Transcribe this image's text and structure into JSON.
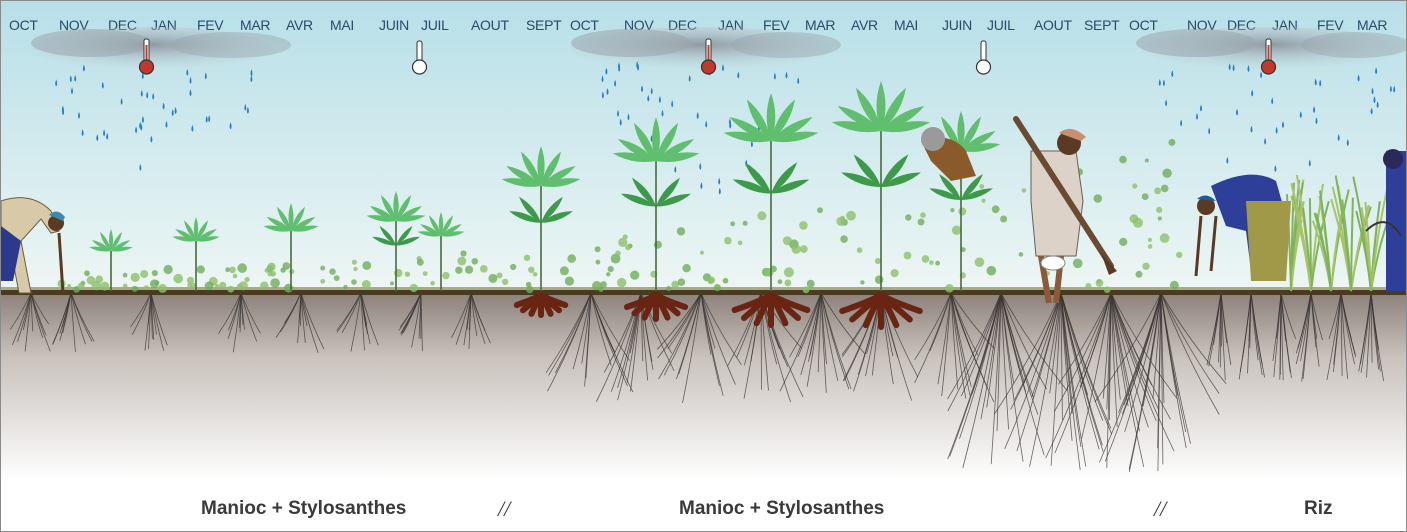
{
  "months": [
    "OCT",
    "NOV",
    "DEC",
    "JAN",
    "FEV",
    "MAR",
    "AVR",
    "MAI",
    "JUIN",
    "JUIL",
    "AOUT",
    "SEPT",
    "OCT",
    "NOV",
    "DEC",
    "JAN",
    "FEV",
    "MAR",
    "AVR",
    "MAI",
    "JUIN",
    "JUIL",
    "AOUT",
    "SEPT",
    "OCT",
    "NOV",
    "DEC",
    "JAN",
    "FEV",
    "MAR"
  ],
  "captions": {
    "phase1": "Manioc + Stylosanthes",
    "sep1": "//",
    "phase2": "Manioc + Stylosanthes",
    "sep2": "//",
    "phase3": "Riz"
  },
  "colors": {
    "sky_top": "#b7dfe8",
    "sky_bottom": "#eef6f4",
    "soil_top": "#8a7f78",
    "soil_bottom": "#ffffff",
    "rain": "#2a7fc0",
    "leaf_dark": "#3d9a4a",
    "leaf_light": "#5fbf6e",
    "tuber": "#6a2412",
    "root": "#3a3634",
    "thermo_hot": "#c0392b",
    "thermo_cool": "#ffffff"
  },
  "icons": [
    "rain-cloud-icon",
    "thermometer-hot-icon",
    "thermometer-cool-icon",
    "farmer-icon",
    "cassava-plant-icon",
    "cassava-tuber-icon",
    "rice-plant-icon",
    "root-system-icon"
  ]
}
